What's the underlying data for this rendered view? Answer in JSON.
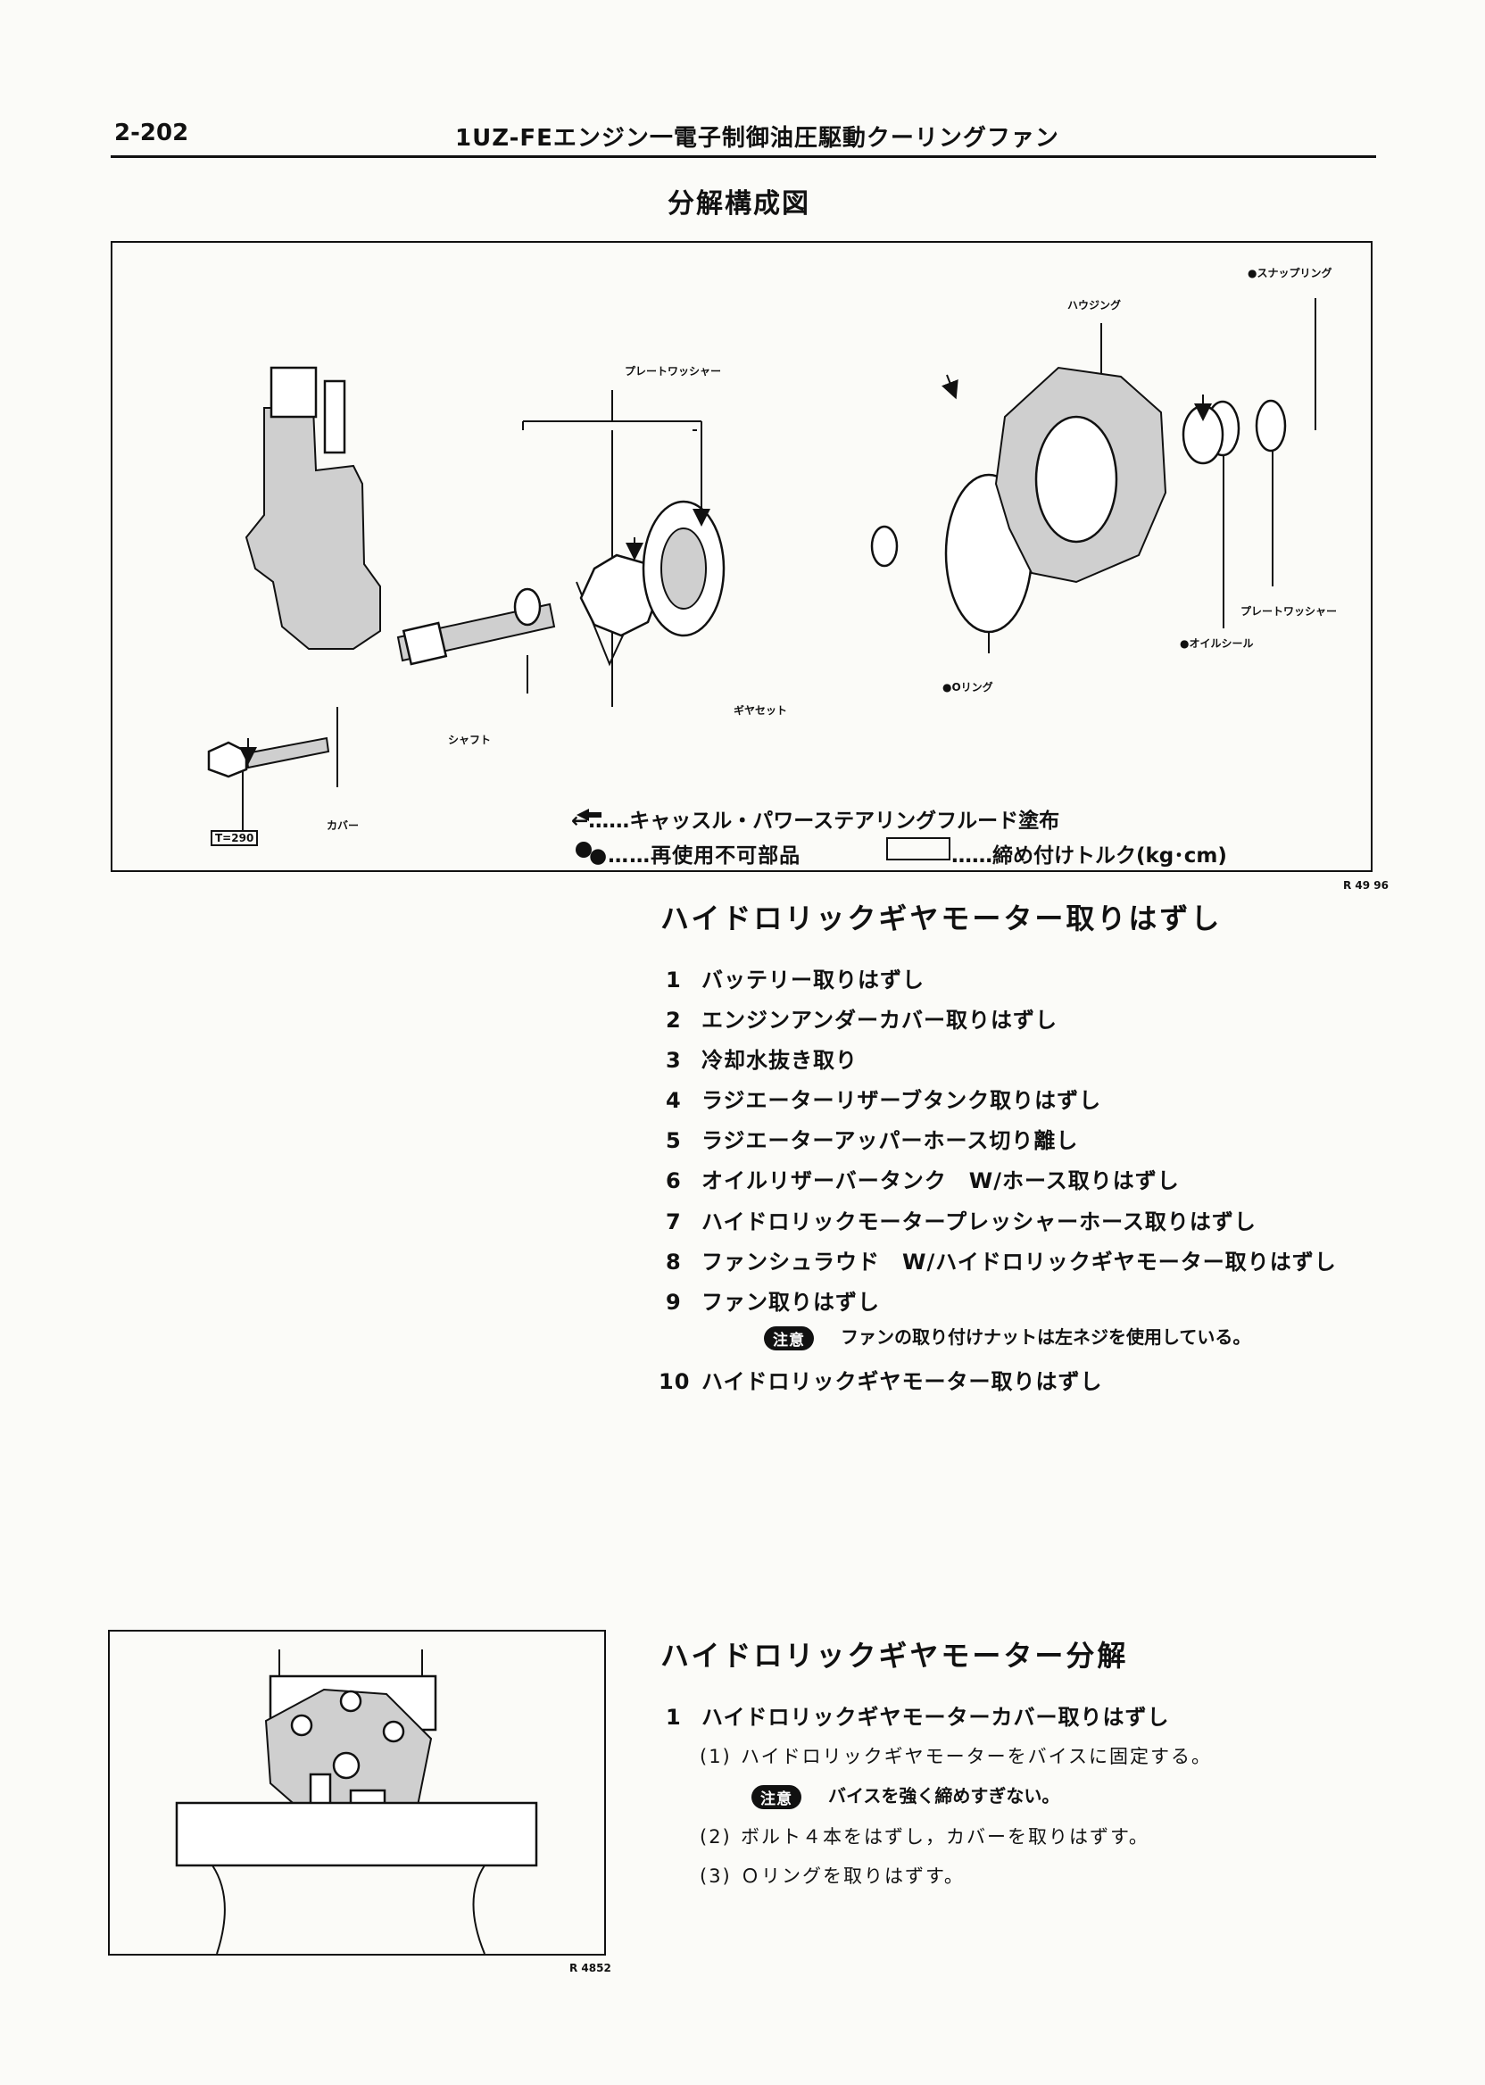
{
  "header": {
    "page_number": "2-202",
    "running_title": "1UZ-FEエンジン一電子制御油圧駆動クーリングファン"
  },
  "figure1": {
    "title": "分解構成図",
    "labels": {
      "snap_ring": "●スナップリング",
      "housing": "ハウジング",
      "plate_washer_top": "プレートワッシャー",
      "plate_washer_right": "プレートワッシャー",
      "oil_seal": "●オイルシール",
      "o_ring": "●Oリング",
      "gear_set": "ギヤセット",
      "shaft": "シャフト",
      "cover": "カバー",
      "torque": "T=290"
    },
    "legend": {
      "arrow_text": "←……キャッスル・パワーステアリングフルード塗布",
      "dot_text": "●……再使用不可部品",
      "torque_text": "……締め付けトルク(kg･cm)"
    },
    "figure_id": "R 49 96"
  },
  "section1": {
    "title": "ハイドロリックギヤモーター取りはずし",
    "steps": [
      {
        "n": "1",
        "text": "バッテリー取りはずし"
      },
      {
        "n": "2",
        "text": "エンジンアンダーカバー取りはずし"
      },
      {
        "n": "3",
        "text": "冷却水抜き取り"
      },
      {
        "n": "4",
        "text": "ラジエーターリザーブタンク取りはずし"
      },
      {
        "n": "5",
        "text": "ラジエーターアッパーホース切り離し"
      },
      {
        "n": "6",
        "text": "オイルリザーバータンク　W/ホース取りはずし"
      },
      {
        "n": "7",
        "text": "ハイドロリックモータープレッシャーホース取りはずし"
      },
      {
        "n": "8",
        "text": "ファンシュラウド　W/ハイドロリックギヤモーター取りはずし"
      },
      {
        "n": "9",
        "text": "ファン取りはずし"
      }
    ],
    "note_badge": "注意",
    "note_text": "ファンの取り付けナットは左ネジを使用している。",
    "step10": {
      "n": "10",
      "text": "ハイドロリックギヤモーター取りはずし"
    }
  },
  "figure2": {
    "figure_id": "R 4852"
  },
  "section2": {
    "title": "ハイドロリックギヤモーター分解",
    "step1": {
      "n": "1",
      "text": "ハイドロリックギヤモーターカバー取りはずし"
    },
    "substeps": [
      {
        "n": "(1)",
        "text": "ハイドロリックギヤモーターをバイスに固定する。"
      },
      {
        "n": "(2)",
        "text": "ボルト４本をはずし，カバーを取りはずす。"
      },
      {
        "n": "(3)",
        "text": "Ｏリングを取りはずす。"
      }
    ],
    "note_badge": "注意",
    "note_text": "バイスを強く締めすぎない。"
  }
}
